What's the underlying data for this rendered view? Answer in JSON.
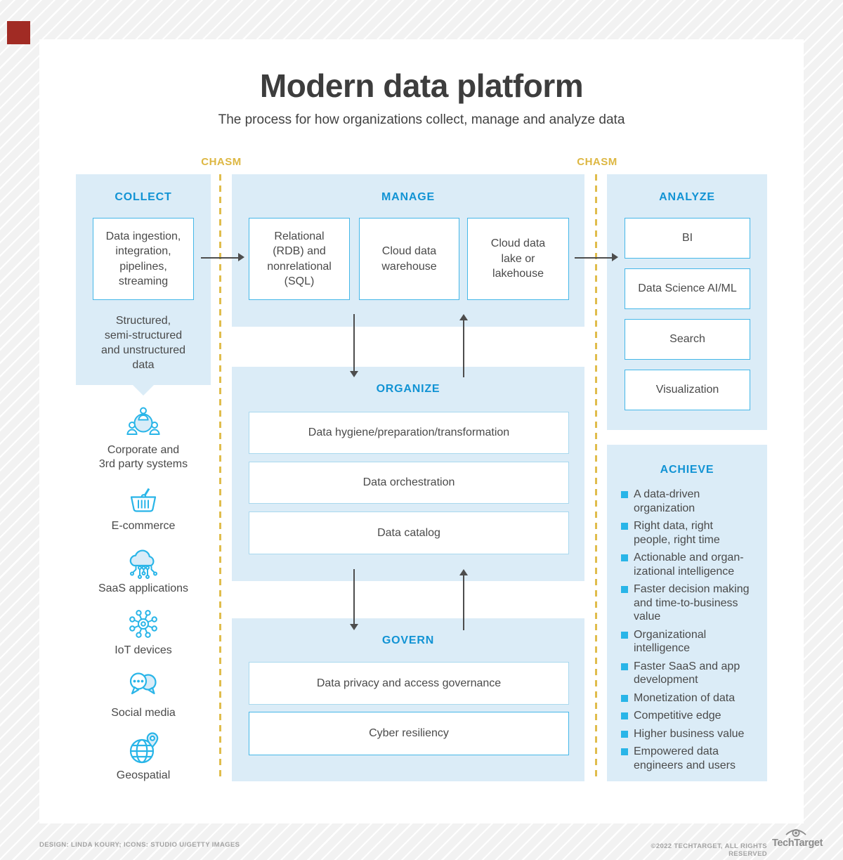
{
  "header": {
    "title": "Modern data platform",
    "subtitle": "The process for how organizations collect, manage and analyze data"
  },
  "chasm": {
    "left_label": "CHASM",
    "right_label": "CHASM"
  },
  "collect": {
    "heading": "COLLECT",
    "box": "Data ingestion,\nintegration,\npipelines,\nstreaming",
    "note": "Structured,\nsemi-structured\nand unstructured\ndata",
    "sources": [
      {
        "icon": "corporate-systems-icon",
        "label": "Corporate and\n3rd party systems"
      },
      {
        "icon": "ecommerce-basket-icon",
        "label": "E-commerce"
      },
      {
        "icon": "saas-cloud-icon",
        "label": "SaaS applications"
      },
      {
        "icon": "iot-devices-icon",
        "label": "IoT devices"
      },
      {
        "icon": "social-media-icon",
        "label": "Social media"
      },
      {
        "icon": "geospatial-icon",
        "label": "Geospatial"
      }
    ]
  },
  "manage": {
    "heading": "MANAGE",
    "boxes": [
      "Relational\n(RDB) and\nnonrelational\n(SQL)",
      "Cloud data\nwarehouse",
      "Cloud data\nlake or\nlakehouse"
    ]
  },
  "organize": {
    "heading": "ORGANIZE",
    "boxes": [
      "Data hygiene/preparation/transformation",
      "Data orchestration",
      "Data catalog"
    ]
  },
  "govern": {
    "heading": "GOVERN",
    "boxes": [
      "Data privacy and access governance",
      "Cyber resiliency"
    ]
  },
  "analyze": {
    "heading": "ANALYZE",
    "boxes": [
      "BI",
      "Data Science AI/ML",
      "Search",
      "Visualization"
    ]
  },
  "achieve": {
    "heading": "ACHIEVE",
    "bullets": [
      "A data-driven\norganization",
      "Right data, right\npeople, right time",
      "Actionable and organ-\nizational intelligence",
      "Faster decision making\nand time-to-business\nvalue",
      "Organizational\nintelligence",
      "Faster SaaS and app\ndevelopment",
      "Monetization of data",
      "Competitive edge",
      "Higher business value",
      "Empowered data\nengineers and users"
    ]
  },
  "footer": {
    "credits": "DESIGN: LINDA KOURY; ICONS: STUDIO U/GETTY IMAGES",
    "copyright": "©2022 TECHTARGET, ALL RIGHTS RESERVED",
    "brand": "TechTarget"
  },
  "colors": {
    "accent_blue": "#1193d4",
    "panel_blue": "#dbecf7",
    "chasm_gold": "#dfba45",
    "icon_cyan": "#29b5e8",
    "arrow_gray": "#4d4d4d",
    "corner_red": "#a12b24"
  }
}
